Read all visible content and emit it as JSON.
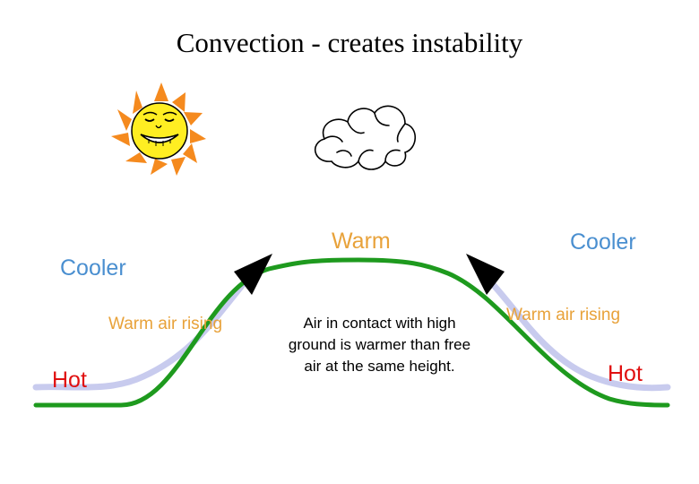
{
  "title": "Convection - creates instability",
  "labels": {
    "cooler_left": "Cooler",
    "cooler_right": "Cooler",
    "warm_top": "Warm",
    "warm_air_rising_left": "Warm air rising",
    "warm_air_rising_right": "Warm air rising",
    "hot_left": "Hot",
    "hot_right": "Hot"
  },
  "note": "Air in contact with high ground is warmer than free air at the same height.",
  "icons": {
    "sun": "smiling-sun-icon",
    "cloud": "cloud-icon"
  },
  "colors": {
    "cool": "#4a8fd0",
    "warm": "#e8a23a",
    "hot": "#e01010",
    "ground": "#1e9a1e",
    "air_flow": "#c8cbee",
    "sun_rays": "#f58a1e",
    "sun_face": "#ffee22"
  }
}
